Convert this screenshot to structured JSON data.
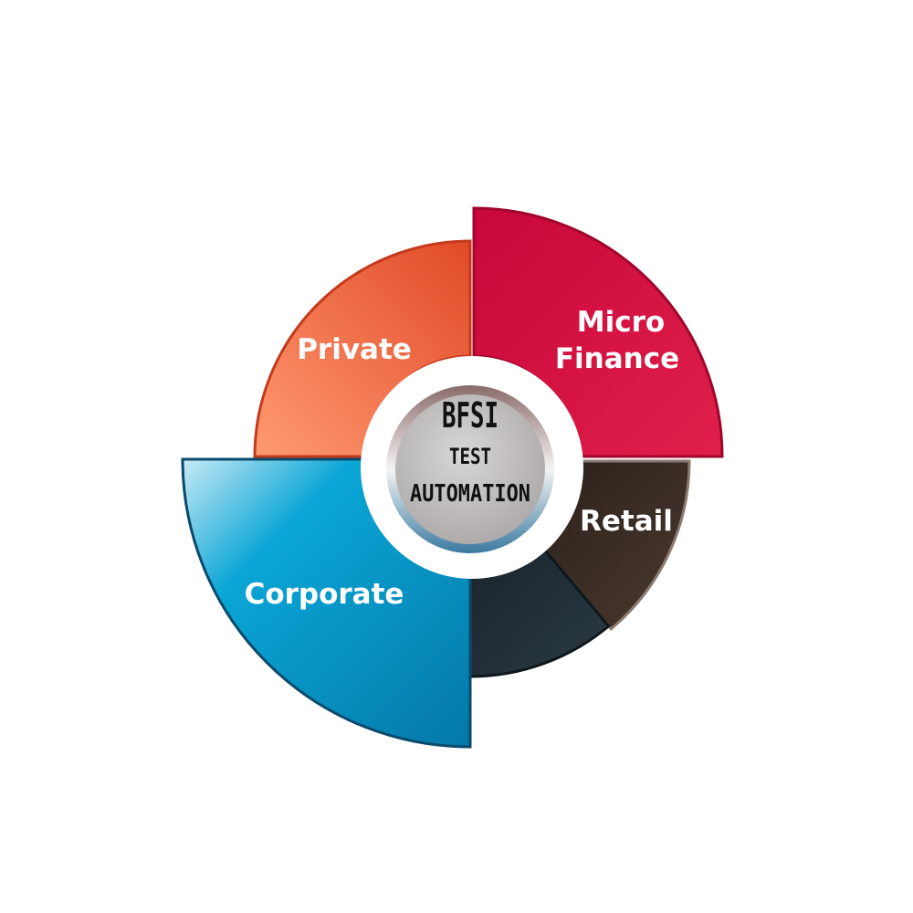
{
  "center": {
    "line1": "BFSI",
    "line2": "TEST",
    "line3": "AUTOMATION"
  },
  "segments": [
    {
      "label": "Private",
      "color": "#f0623a"
    },
    {
      "label_line1": "Micro",
      "label_line2": "Finance",
      "color": "#cc0a3c"
    },
    {
      "label": "Retail",
      "color": "#33271f"
    },
    {
      "label": "",
      "color": "#1f2a33"
    },
    {
      "label": "Corporate",
      "color": "#0896c6"
    }
  ]
}
